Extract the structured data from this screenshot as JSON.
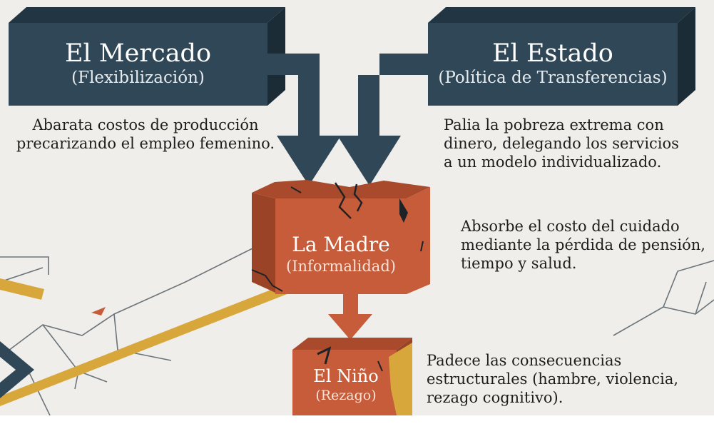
{
  "nodes": {
    "mercado": {
      "title": "El Mercado",
      "subtitle": "(Flexibilización)",
      "description": [
        "Abarata costos de producción",
        "precarizando el empleo femenino."
      ]
    },
    "estado": {
      "title": "El Estado",
      "subtitle": "(Política de Transferencias)",
      "description": [
        "Palia la pobreza extrema con",
        "dinero, delegando los servicios",
        "a un modelo individualizado."
      ]
    },
    "madre": {
      "title": "La Madre",
      "subtitle": "(Informalidad)",
      "description": [
        "Absorbe el costo del cuidado",
        "mediante la pérdida de pensión,",
        "tiempo y salud."
      ]
    },
    "nino": {
      "title": "El Niño",
      "subtitle": "(Rezago)",
      "description": [
        "Padece las consecuencias",
        "estructurales (hambre, violencia,",
        "rezago cognitivo)."
      ]
    }
  },
  "colors": {
    "background": "#efeeea",
    "navy": "#2f4757",
    "terracotta": "#c65c39",
    "gold": "#d8a73c",
    "crack": "#1e2226"
  }
}
